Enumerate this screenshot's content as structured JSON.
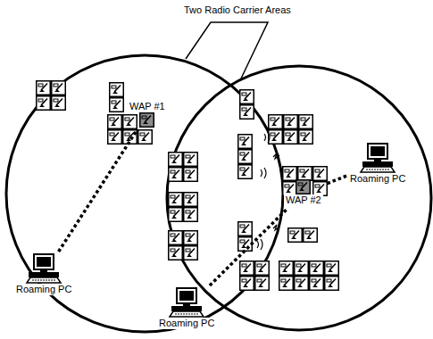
{
  "diagram": {
    "title": "Two Radio Carrier Areas",
    "nodes": [
      {
        "text": [
          "Roaming PC"
        ]
      },
      {
        "text": [
          "WAP #1"
        ]
      },
      {
        "text": [
          "Roaming PC"
        ]
      },
      {
        "text": [
          "WAP #2"
        ]
      },
      {
        "text": [
          "Roaming PC"
        ]
      }
    ],
    "edges": [
      {
        "from": 0,
        "to": 1,
        "arrow": "none"
      },
      {
        "from": 2,
        "to": 3,
        "arrow": "none"
      },
      {
        "from": 4,
        "to": 3,
        "arrow": "none"
      }
    ]
  }
}
